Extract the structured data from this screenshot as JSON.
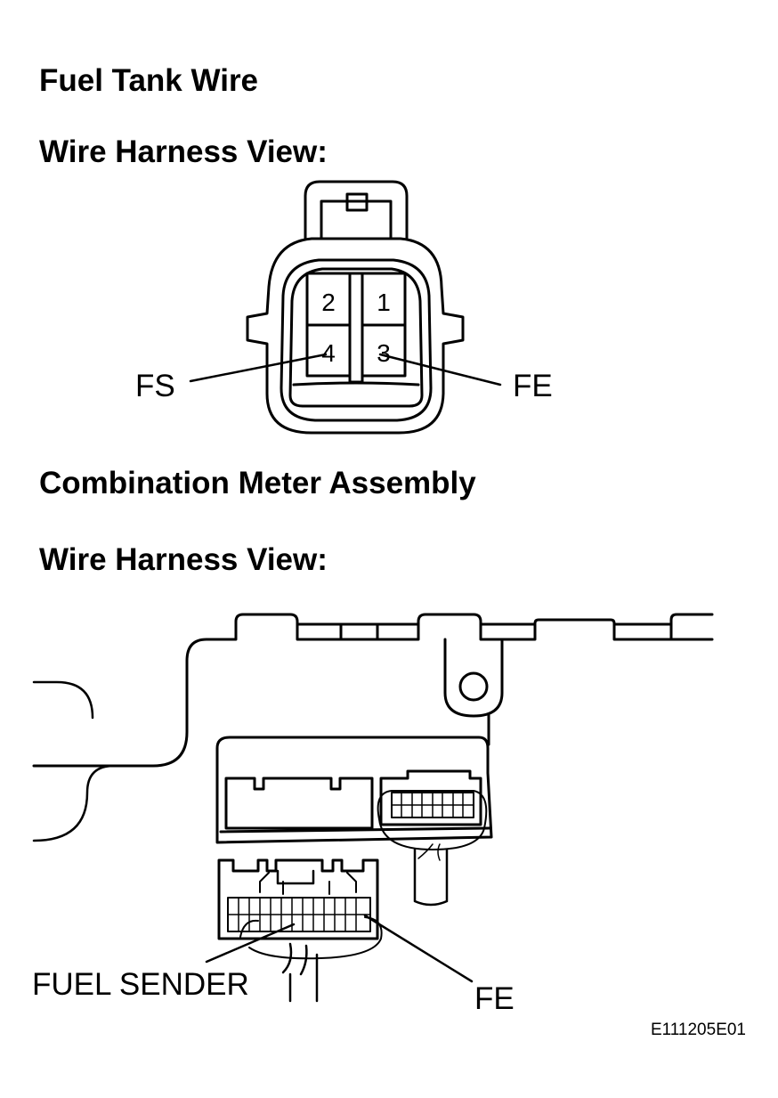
{
  "sections": [
    {
      "title": "Fuel Tank Wire",
      "subtitle": "Wire Harness View:"
    },
    {
      "title": "Combination Meter Assembly",
      "subtitle": "Wire Harness View:"
    }
  ],
  "connector_1": {
    "pins": [
      {
        "number": "2"
      },
      {
        "number": "1"
      },
      {
        "number": "4",
        "signal": "FS"
      },
      {
        "number": "3",
        "signal": "FE"
      }
    ]
  },
  "connector_2": {
    "labels": [
      "FUEL SENDER",
      "FE"
    ]
  },
  "figure_id": "E111205E01",
  "colors": {
    "line": "#000000",
    "background": "#ffffff"
  }
}
